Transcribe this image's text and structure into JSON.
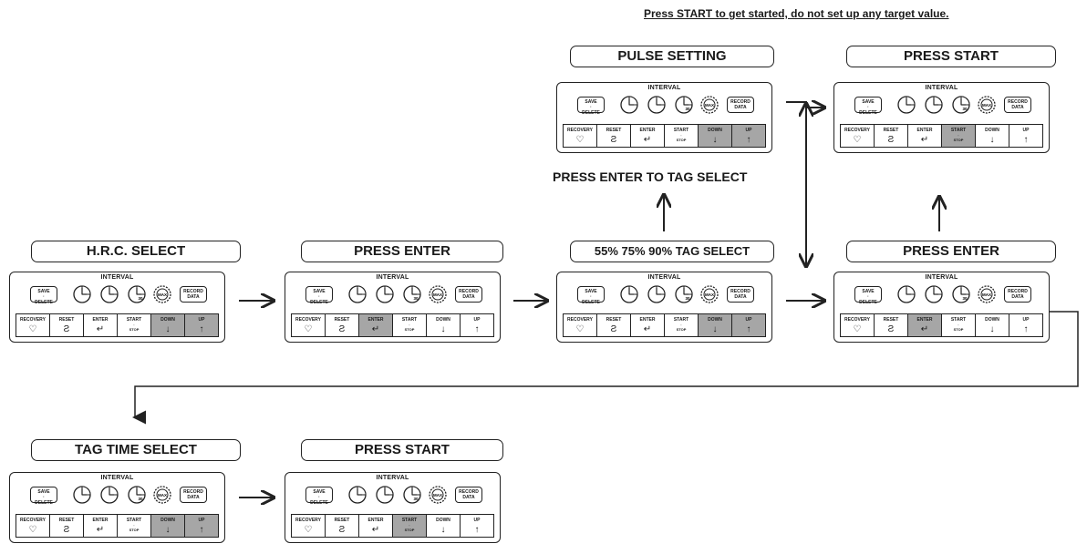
{
  "note": "Press START to get started, do not set up any target value.",
  "caption": "PRESS ENTER TO TAG SELECT",
  "panel_labels": {
    "interval": "INTERVAL",
    "save_delete": [
      "SAVE",
      "DELETE"
    ],
    "record_data": [
      "RECORD",
      "DATA"
    ],
    "dials": [
      "interval",
      "30",
      "MAX"
    ],
    "buttons": [
      {
        "label": "RECOVERY",
        "glyph": "♡"
      },
      {
        "label": "RESET",
        "glyph": "Ƨ"
      },
      {
        "label": "ENTER",
        "glyph": "↵"
      },
      {
        "label": "START",
        "sub": "STOP",
        "glyph": ""
      },
      {
        "label": "DOWN",
        "glyph": "↓"
      },
      {
        "label": "UP",
        "glyph": "↑"
      }
    ]
  },
  "steps": [
    {
      "id": "hrc",
      "title": "H.R.C. SELECT",
      "highlighted": [
        "DOWN",
        "UP"
      ]
    },
    {
      "id": "enter1",
      "title": "PRESS ENTER",
      "highlighted": [
        "ENTER"
      ]
    },
    {
      "id": "tagsel",
      "title": "55% 75% 90% TAG SELECT",
      "highlighted": [
        "DOWN",
        "UP"
      ]
    },
    {
      "id": "pulse",
      "title": "PULSE SETTING",
      "highlighted": [
        "DOWN",
        "UP"
      ]
    },
    {
      "id": "start1",
      "title": "PRESS START",
      "highlighted": [
        "START"
      ]
    },
    {
      "id": "enter2",
      "title": "PRESS ENTER",
      "highlighted": [
        "ENTER"
      ]
    },
    {
      "id": "tagtime",
      "title": "TAG TIME SELECT",
      "highlighted": [
        "DOWN",
        "UP"
      ]
    },
    {
      "id": "start2",
      "title": "PRESS START",
      "highlighted": [
        "START"
      ]
    }
  ]
}
